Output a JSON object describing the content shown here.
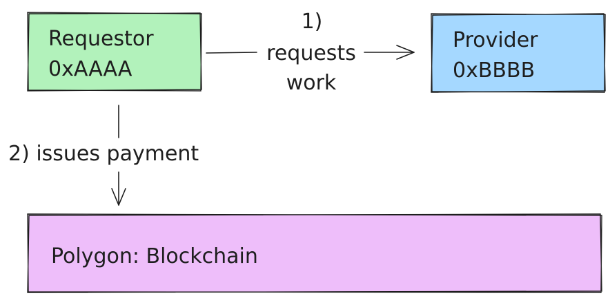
{
  "colors": {
    "requestor_fill": "#b2f2bb",
    "provider_fill": "#a5d8ff",
    "blockchain_fill": "#eebefa",
    "stroke": "#1e1e1e",
    "background": "#ffffff"
  },
  "nodes": {
    "requestor": {
      "title": "Requestor",
      "address": "0xAAAA"
    },
    "provider": {
      "title": "Provider",
      "address": "0xBBBB"
    },
    "blockchain": {
      "label": "Polygon: Blockchain"
    }
  },
  "edges": {
    "request": {
      "step": "1)",
      "line1": "requests",
      "line2": "work"
    },
    "payment": {
      "label": "2) issues payment"
    }
  }
}
